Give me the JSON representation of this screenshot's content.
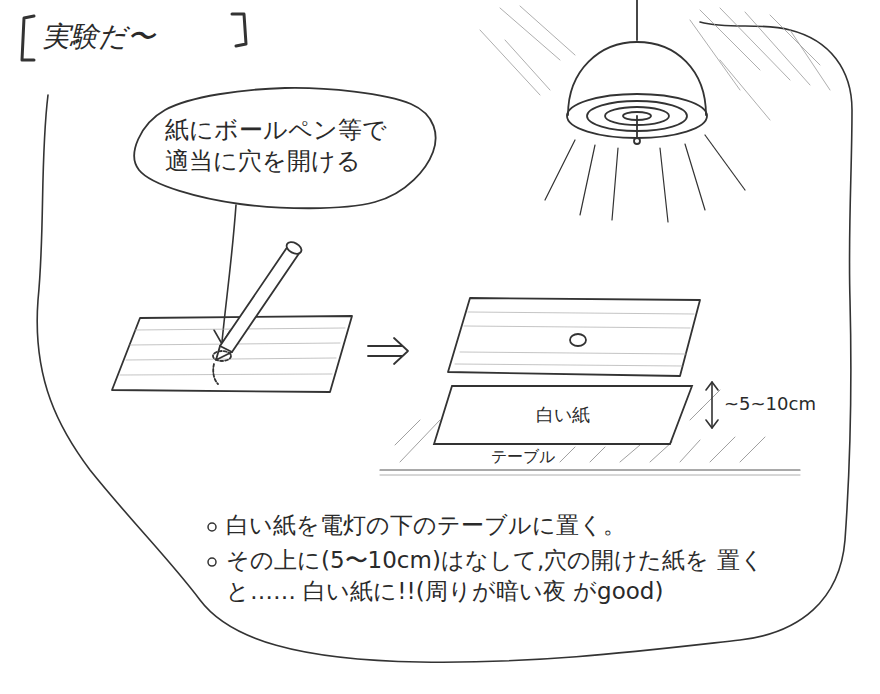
{
  "diagram": {
    "title": "実験だ〜",
    "nodes": [
      {
        "text": [
          "紙にボールペン等で 適当に穴を開ける"
        ]
      },
      {
        "text": [
          "白い紙"
        ]
      }
    ],
    "labels": [
      "~5~10cm",
      "テーブル",
      "白い紙を電灯の下のテーブルに置く。",
      "その上に(5〜10cm)はなして,穴の開けた紙を 置くと…… 白い紙に!!(周りが暗い夜 がgood)"
    ]
  }
}
